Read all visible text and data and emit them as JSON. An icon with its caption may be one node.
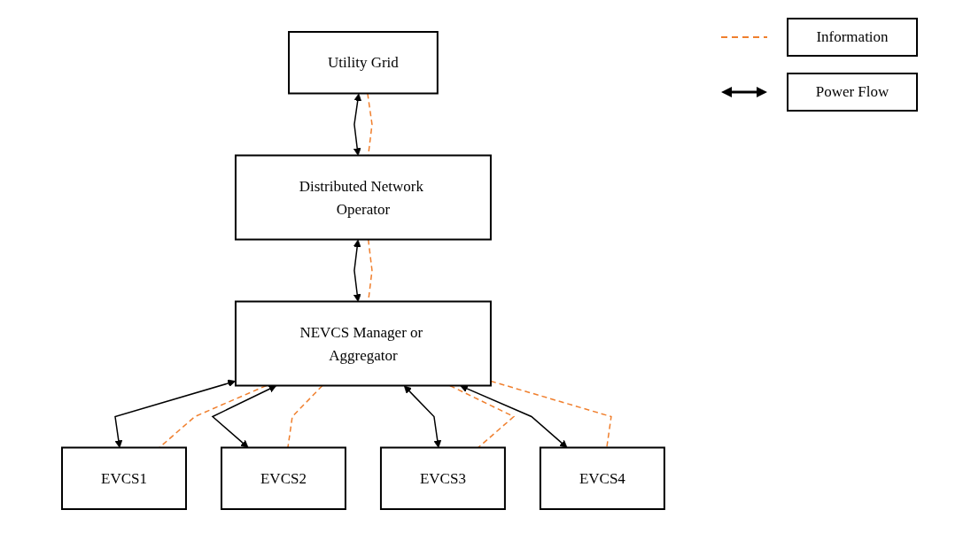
{
  "diagram": {
    "nodes": [
      {
        "text": [
          "Utility Grid"
        ]
      },
      {
        "text": [
          "Distributed Network Operator"
        ]
      },
      {
        "text": [
          "NEVCS Manager or Aggregator"
        ]
      },
      {
        "text": [
          "EVCS1"
        ]
      },
      {
        "text": [
          "EVCS2"
        ]
      },
      {
        "text": [
          "EVCS3"
        ]
      },
      {
        "text": [
          "EVCS4"
        ]
      }
    ],
    "edges": [
      {
        "from": 0,
        "to": 1,
        "arrow": "both"
      },
      {
        "from": 0,
        "to": 1,
        "arrow": "none",
        "style": "dashed",
        "color": "#f07f2d"
      },
      {
        "from": 1,
        "to": 2,
        "arrow": "both"
      },
      {
        "from": 1,
        "to": 2,
        "arrow": "none",
        "style": "dashed",
        "color": "#f07f2d"
      },
      {
        "from": 2,
        "to": 3,
        "arrow": "both"
      },
      {
        "from": 2,
        "to": 3,
        "arrow": "none",
        "style": "dashed",
        "color": "#f07f2d"
      },
      {
        "from": 2,
        "to": 4,
        "arrow": "both"
      },
      {
        "from": 2,
        "to": 4,
        "arrow": "none",
        "style": "dashed",
        "color": "#f07f2d"
      },
      {
        "from": 2,
        "to": 5,
        "arrow": "both"
      },
      {
        "from": 2,
        "to": 5,
        "arrow": "none",
        "style": "dashed",
        "color": "#f07f2d"
      },
      {
        "from": 2,
        "to": 6,
        "arrow": "both"
      },
      {
        "from": 2,
        "to": 6,
        "arrow": "none",
        "style": "dashed",
        "color": "#f07f2d"
      }
    ],
    "legend": [
      {
        "text": "Information"
      },
      {
        "text": "Power Flow"
      }
    ]
  }
}
